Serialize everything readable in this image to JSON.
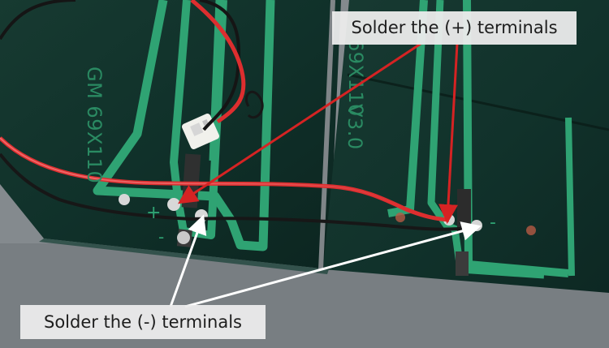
{
  "annotations": {
    "positive": "Solder the (+) terminals",
    "negative": "Solder the (-) terminals"
  },
  "panel_markings": {
    "left_model": "GM 69X110",
    "right_model": "69X110",
    "right_version": "V3.0",
    "plus_sign": "+",
    "minus_sign": "-"
  },
  "colors": {
    "panel": "#0f2d26",
    "trace": "#2fa373",
    "wire_red": "#dd2e2f",
    "wire_black": "#171717",
    "arrow_red": "#d52323",
    "arrow_white": "#ffffff"
  }
}
